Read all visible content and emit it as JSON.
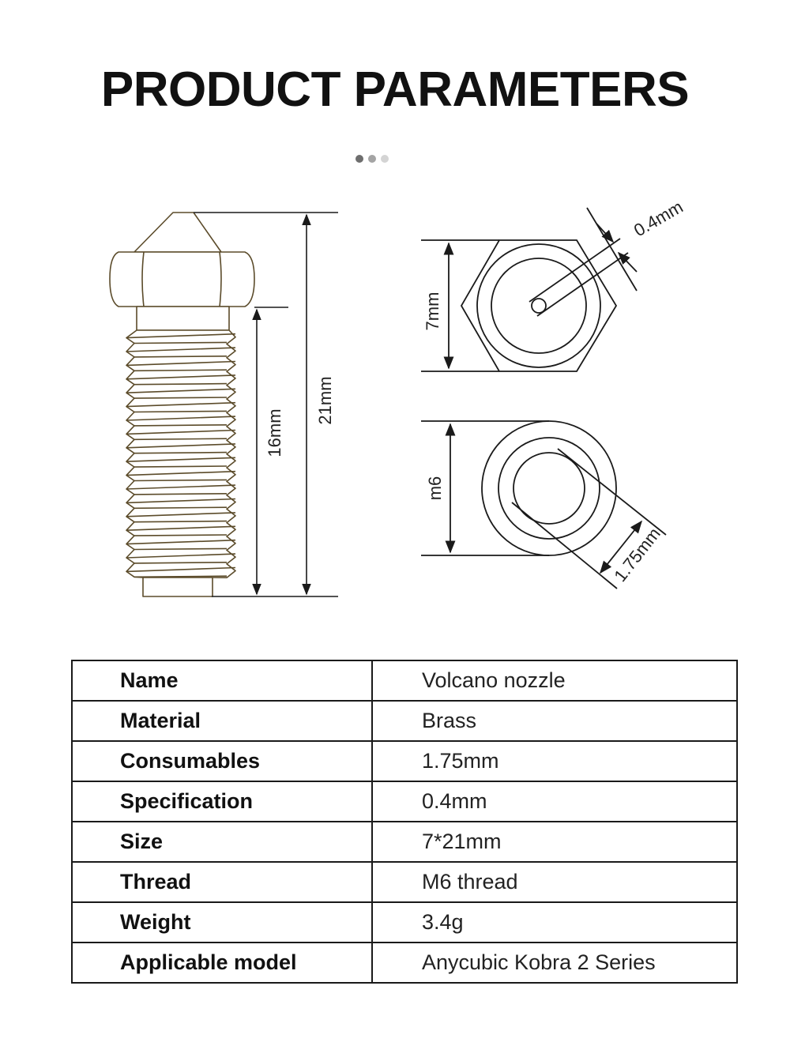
{
  "header": {
    "title": "PRODUCT PARAMETERS"
  },
  "pager": {
    "count": 3,
    "active_index": 0
  },
  "diagram": {
    "labels": {
      "total_height": "21mm",
      "thread_length": "16mm",
      "hex_size": "7mm",
      "nozzle_hole": "0.4mm",
      "thread_spec": "m6",
      "filament": "1.75mm"
    },
    "colors": {
      "bronze": "#5b4b2a",
      "line": "#1a1a1a"
    }
  },
  "specs": [
    {
      "key": "Name",
      "value": "Volcano nozzle"
    },
    {
      "key": "Material",
      "value": "Brass"
    },
    {
      "key": "Consumables",
      "value": "1.75mm"
    },
    {
      "key": "Specification",
      "value": "0.4mm"
    },
    {
      "key": "Size",
      "value": "7*21mm"
    },
    {
      "key": "Thread",
      "value": "M6 thread"
    },
    {
      "key": "Weight",
      "value": "3.4g"
    },
    {
      "key": "Applicable model",
      "value": "Anycubic Kobra 2 Series"
    }
  ]
}
